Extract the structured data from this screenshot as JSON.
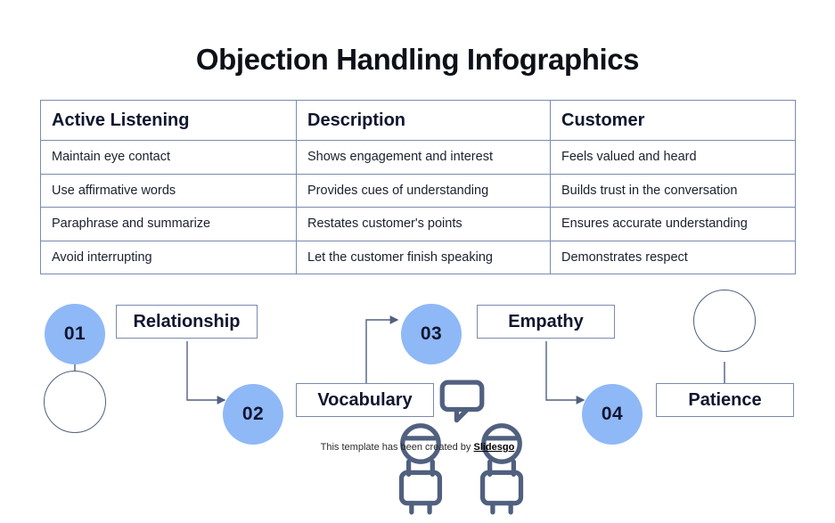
{
  "slide": {
    "title": "Objection Handling Infographics",
    "background": "#ffffff"
  },
  "colors": {
    "accent_blue": "#8fb8f6",
    "line_blue": "#7a8aae",
    "icon_stroke": "#50607f",
    "text_dark": "#10162f"
  },
  "table": {
    "headers": [
      "Active Listening",
      "Description",
      "Customer"
    ],
    "rows": [
      [
        "Maintain eye contact",
        "Shows engagement and interest",
        "Feels valued and heard"
      ],
      [
        "Use affirmative words",
        "Provides cues of understanding",
        "Builds trust in the conversation"
      ],
      [
        "Paraphrase and summarize",
        "Restates customer's points",
        "Ensures accurate understanding"
      ],
      [
        "Avoid interrupting",
        "Let the customer finish speaking",
        "Demonstrates respect"
      ]
    ]
  },
  "diagram": {
    "steps": [
      {
        "number": "01",
        "label": "Relationship"
      },
      {
        "number": "02",
        "label": "Vocabulary"
      },
      {
        "number": "03",
        "label": "Empathy"
      },
      {
        "number": "04",
        "label": "Patience"
      }
    ],
    "icons": [
      {
        "name": "conversation-icon",
        "caption": "Relationship"
      },
      {
        "name": "teamwork-icon",
        "caption": "Patience"
      }
    ]
  },
  "footer": {
    "text": "This template has been created by ",
    "link": "Slidesgo"
  }
}
